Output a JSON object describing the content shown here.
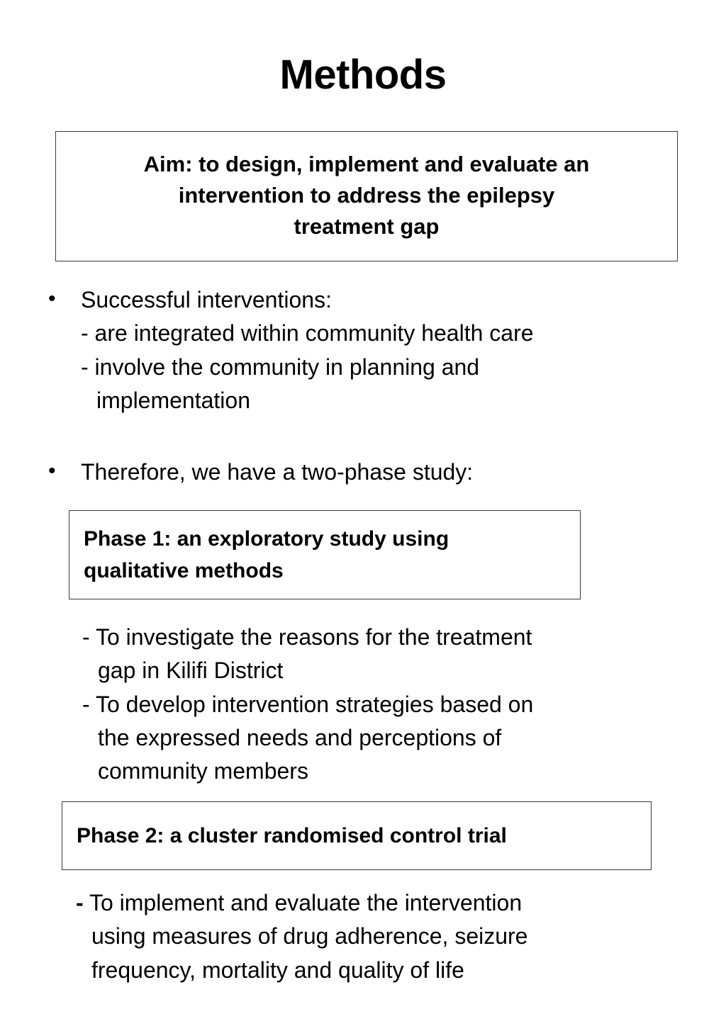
{
  "slide": {
    "title": "Methods",
    "aim_box": {
      "lines": [
        "Aim: to design, implement and evaluate an",
        "intervention to address the epilepsy",
        "treatment gap"
      ],
      "full_text": "Aim: to design, implement and evaluate an intervention to address the epilepsy treatment gap"
    },
    "bullets": [
      {
        "marker": "•",
        "heading": "Successful interventions:",
        "sub_items": [
          {
            "marker": "-",
            "lines": [
              "are integrated within community health care"
            ]
          },
          {
            "marker": "-",
            "lines": [
              "involve the community in planning and",
              "implementation"
            ]
          }
        ]
      },
      {
        "marker": "•",
        "heading": "Therefore, we have a two-phase study:",
        "sub_items": []
      }
    ],
    "phase1_box": {
      "lines": [
        "Phase 1: an exploratory study using",
        "qualitative methods"
      ],
      "full_text": "Phase 1: an exploratory study using qualitative methods"
    },
    "phase1_sub_items": [
      {
        "marker": "-",
        "lines": [
          "To investigate the reasons for the treatment",
          "gap in Kilifi District"
        ]
      },
      {
        "marker": "-",
        "lines": [
          "To develop intervention strategies based on",
          "the expressed needs and perceptions of",
          "community members"
        ]
      }
    ],
    "phase2_box": {
      "lines": [
        "Phase 2: a cluster randomised control trial"
      ],
      "full_text": "Phase 2: a cluster randomised control trial"
    },
    "phase2_sub_items": [
      {
        "marker": "-",
        "lines": [
          "To implement and evaluate the intervention",
          "using measures of drug adherence, seizure",
          "frequency, mortality and quality of life"
        ]
      }
    ],
    "colors": {
      "background": "#ffffff",
      "text": "#000000",
      "box_border": "#3a3a3a"
    }
  }
}
